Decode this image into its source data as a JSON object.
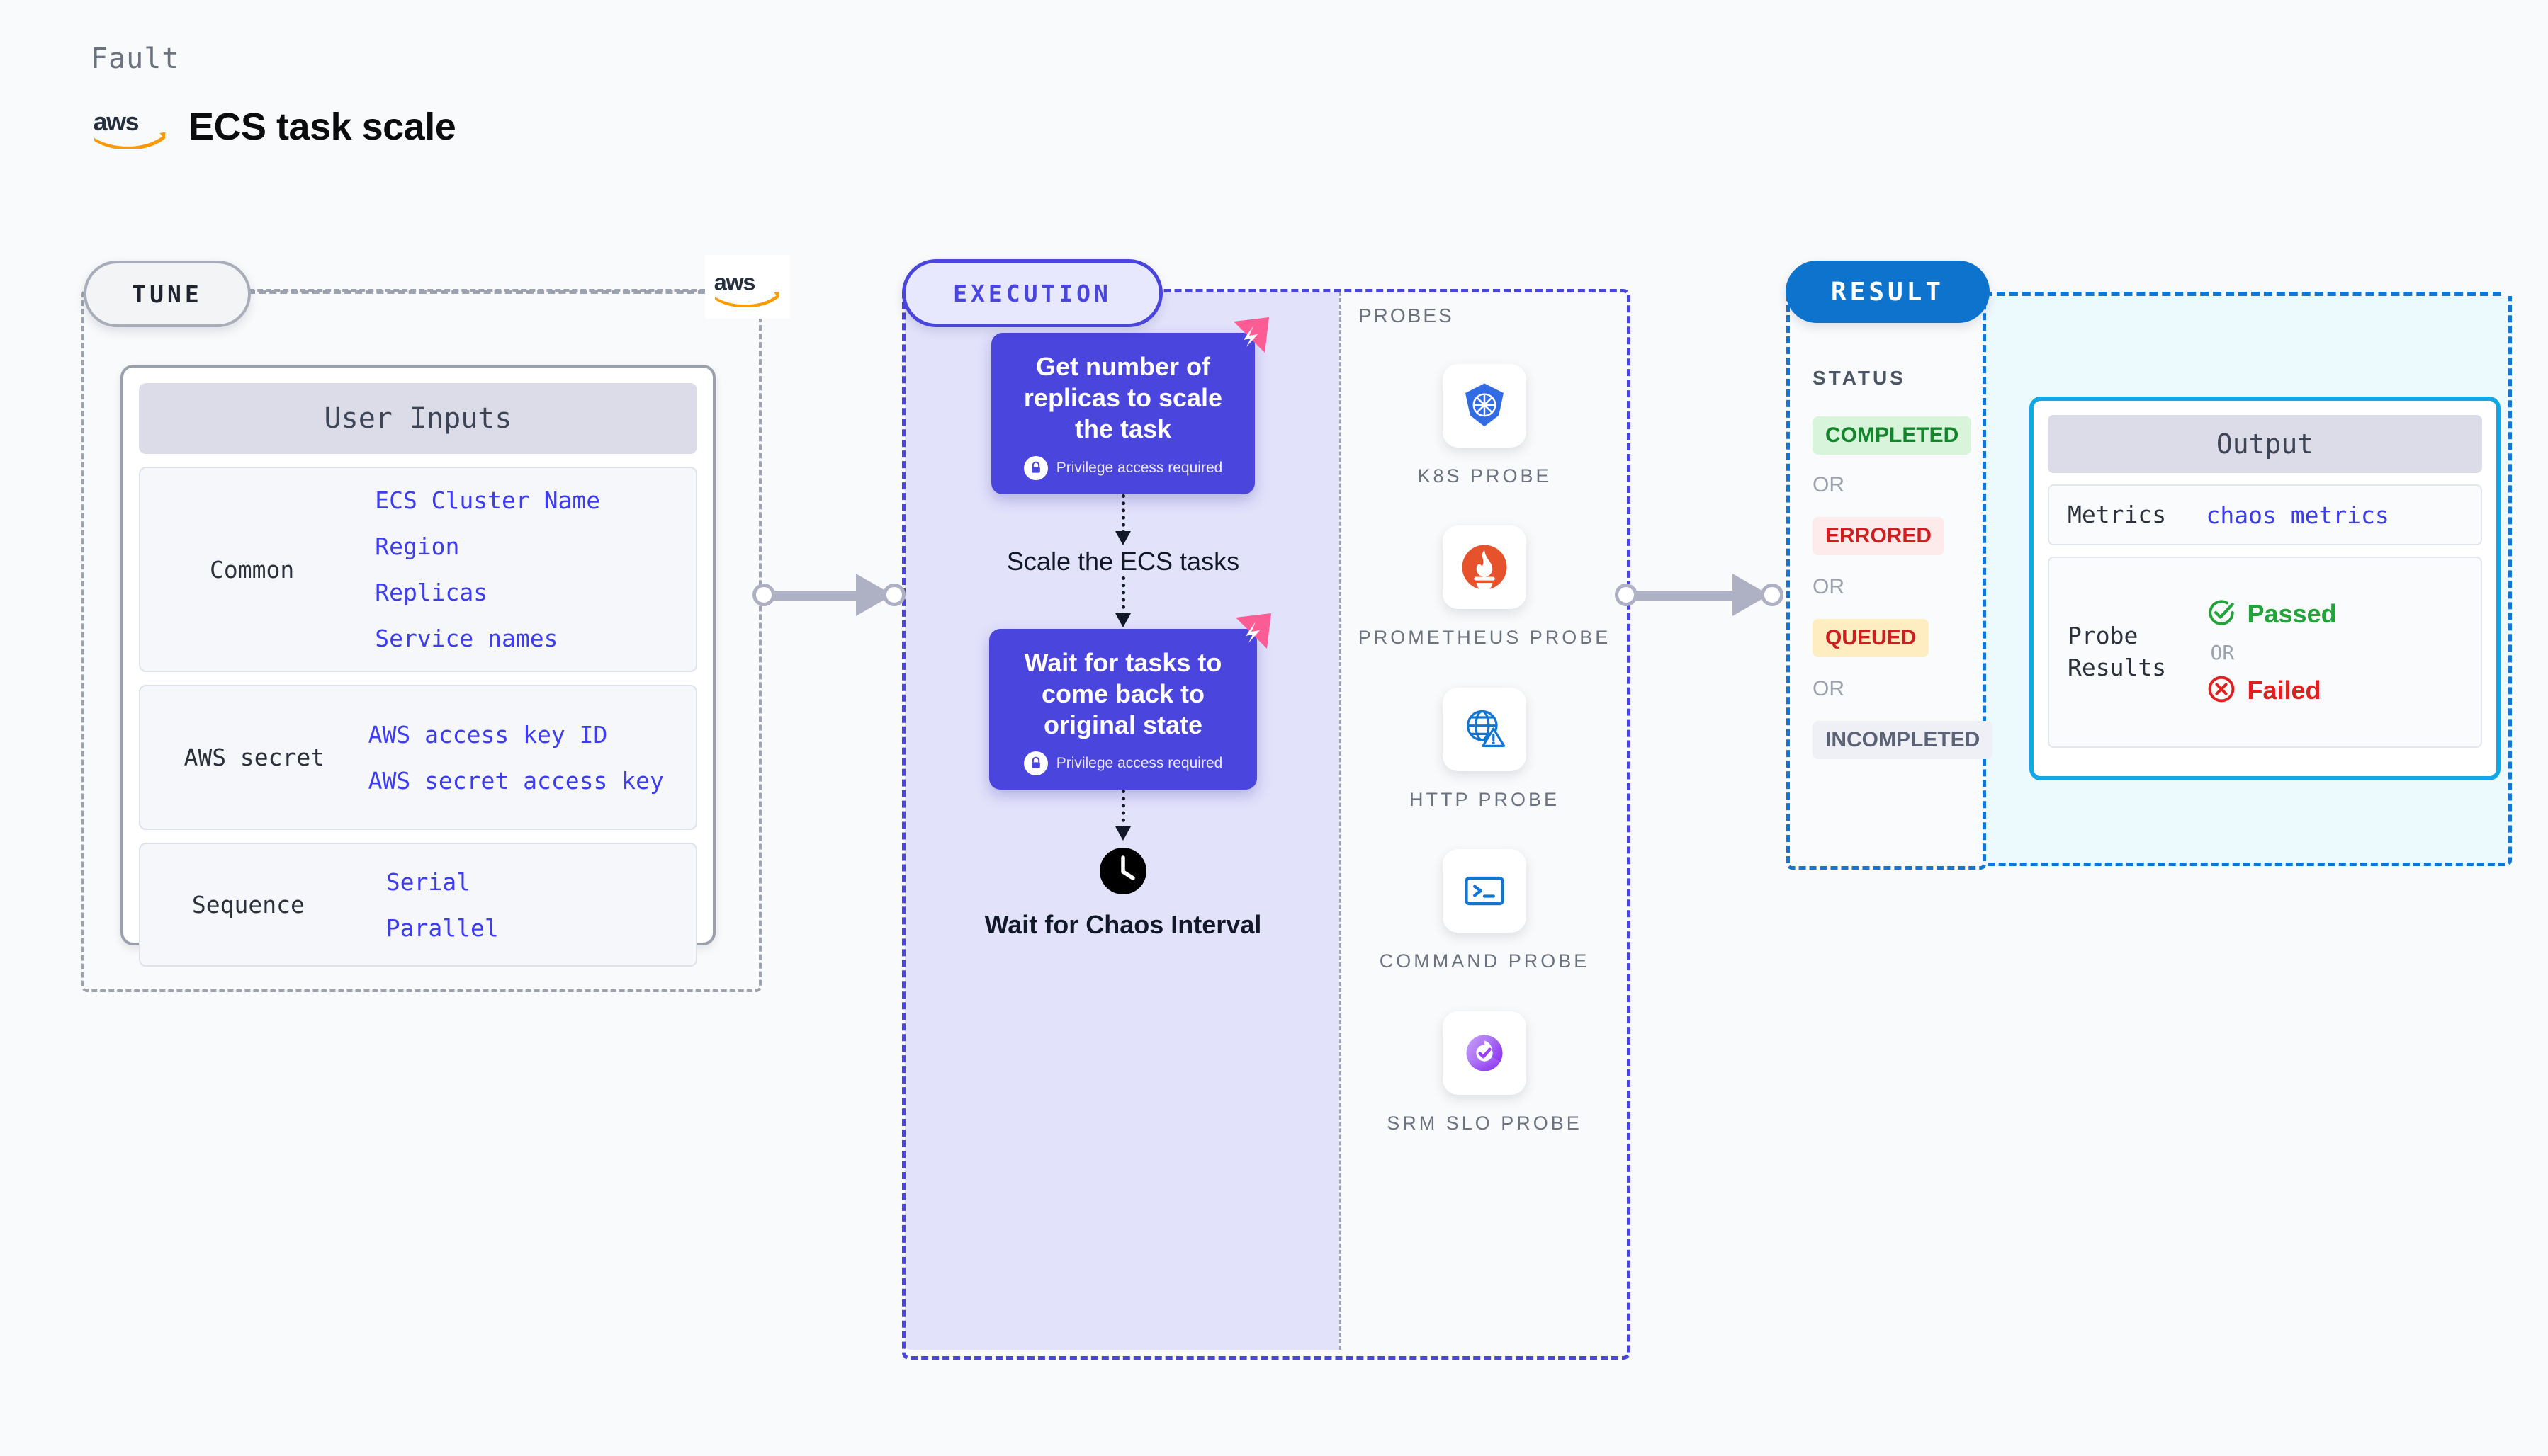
{
  "header": {
    "fault_label": "Fault",
    "title": "ECS task scale",
    "logo_icon": "aws-logo-icon"
  },
  "tune": {
    "pill_label": "TUNE",
    "aws_badge_icon": "aws-logo-icon",
    "card_title": "User Inputs",
    "groups": [
      {
        "label": "Common",
        "values": [
          "ECS Cluster Name",
          "Region",
          "Replicas",
          "Service names"
        ]
      },
      {
        "label": "AWS secret",
        "values": [
          "AWS access key ID",
          "AWS secret access key"
        ]
      },
      {
        "label": "Sequence",
        "values": [
          "Serial",
          "Parallel"
        ]
      }
    ]
  },
  "execution": {
    "pill_label": "EXECUTION",
    "privilege_note": "Privilege access required",
    "steps": [
      {
        "type": "card",
        "title": "Get number of replicas to scale the task",
        "privileged": true,
        "ribbon_icon": "litmus-ribbon-icon"
      },
      {
        "type": "plain",
        "title": "Scale the ECS tasks"
      },
      {
        "type": "card",
        "title": "Wait for tasks to come back to original state",
        "privileged": true,
        "ribbon_icon": "litmus-ribbon-icon"
      },
      {
        "type": "clock",
        "title": "Wait for Chaos Interval",
        "icon": "clock-icon"
      }
    ]
  },
  "probes": {
    "title": "PROBES",
    "items": [
      {
        "label": "K8S PROBE",
        "icon": "kubernetes-icon"
      },
      {
        "label": "PROMETHEUS PROBE",
        "icon": "prometheus-icon"
      },
      {
        "label": "HTTP PROBE",
        "icon": "http-globe-warning-icon"
      },
      {
        "label": "COMMAND PROBE",
        "icon": "terminal-icon"
      },
      {
        "label": "SRM SLO PROBE",
        "icon": "srm-slo-icon"
      }
    ]
  },
  "result": {
    "pill_label": "RESULT",
    "status_title": "STATUS",
    "or_label": "OR",
    "statuses": [
      {
        "label": "COMPLETED",
        "bg": "#d8f5dc",
        "fg": "#15852b"
      },
      {
        "label": "ERRORED",
        "bg": "#fdeaea",
        "fg": "#cc2020"
      },
      {
        "label": "QUEUED",
        "bg": "#fdedc0",
        "fg": "#cc2020"
      },
      {
        "label": "INCOMPLETED",
        "bg": "#eef0f5",
        "fg": "#5c6377"
      }
    ],
    "output": {
      "card_title": "Output",
      "metrics_label": "Metrics",
      "metrics_value": "chaos metrics",
      "probe_results_label": "Probe Results",
      "passed_label": "Passed",
      "failed_label": "Failed",
      "or_label": "OR",
      "passed_icon": "check-circle-icon",
      "failed_icon": "x-circle-icon"
    }
  },
  "connectors": {
    "tune_to_execution": "arrow-right",
    "execution_to_result": "arrow-right"
  },
  "colors": {
    "primary_purple": "#4a45dd",
    "result_blue": "#0d73cc",
    "cyan_border": "#12a8e8",
    "ribbon_pink": "#fb5c94"
  }
}
